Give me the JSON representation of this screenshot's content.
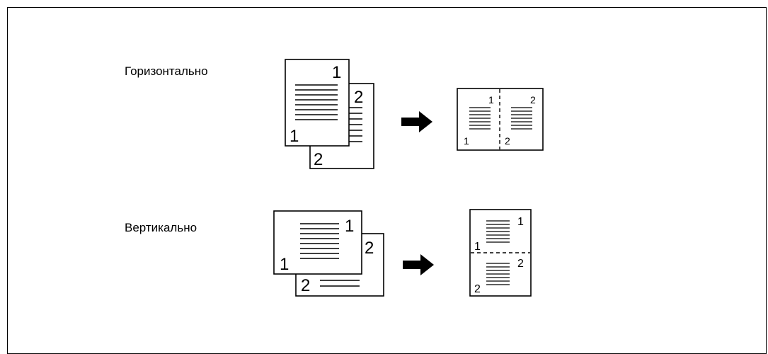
{
  "rows": {
    "horizontal": {
      "label": "Горизонтально",
      "page1_number": "1",
      "page2_number": "2",
      "result_number_1": "1",
      "result_number_2": "2"
    },
    "vertical": {
      "label": "Вертикально",
      "page1_number": "1",
      "page2_number": "2",
      "result_number_1": "1",
      "result_number_2": "2"
    }
  },
  "colors": {
    "ink": "#000000",
    "paper": "#ffffff"
  }
}
